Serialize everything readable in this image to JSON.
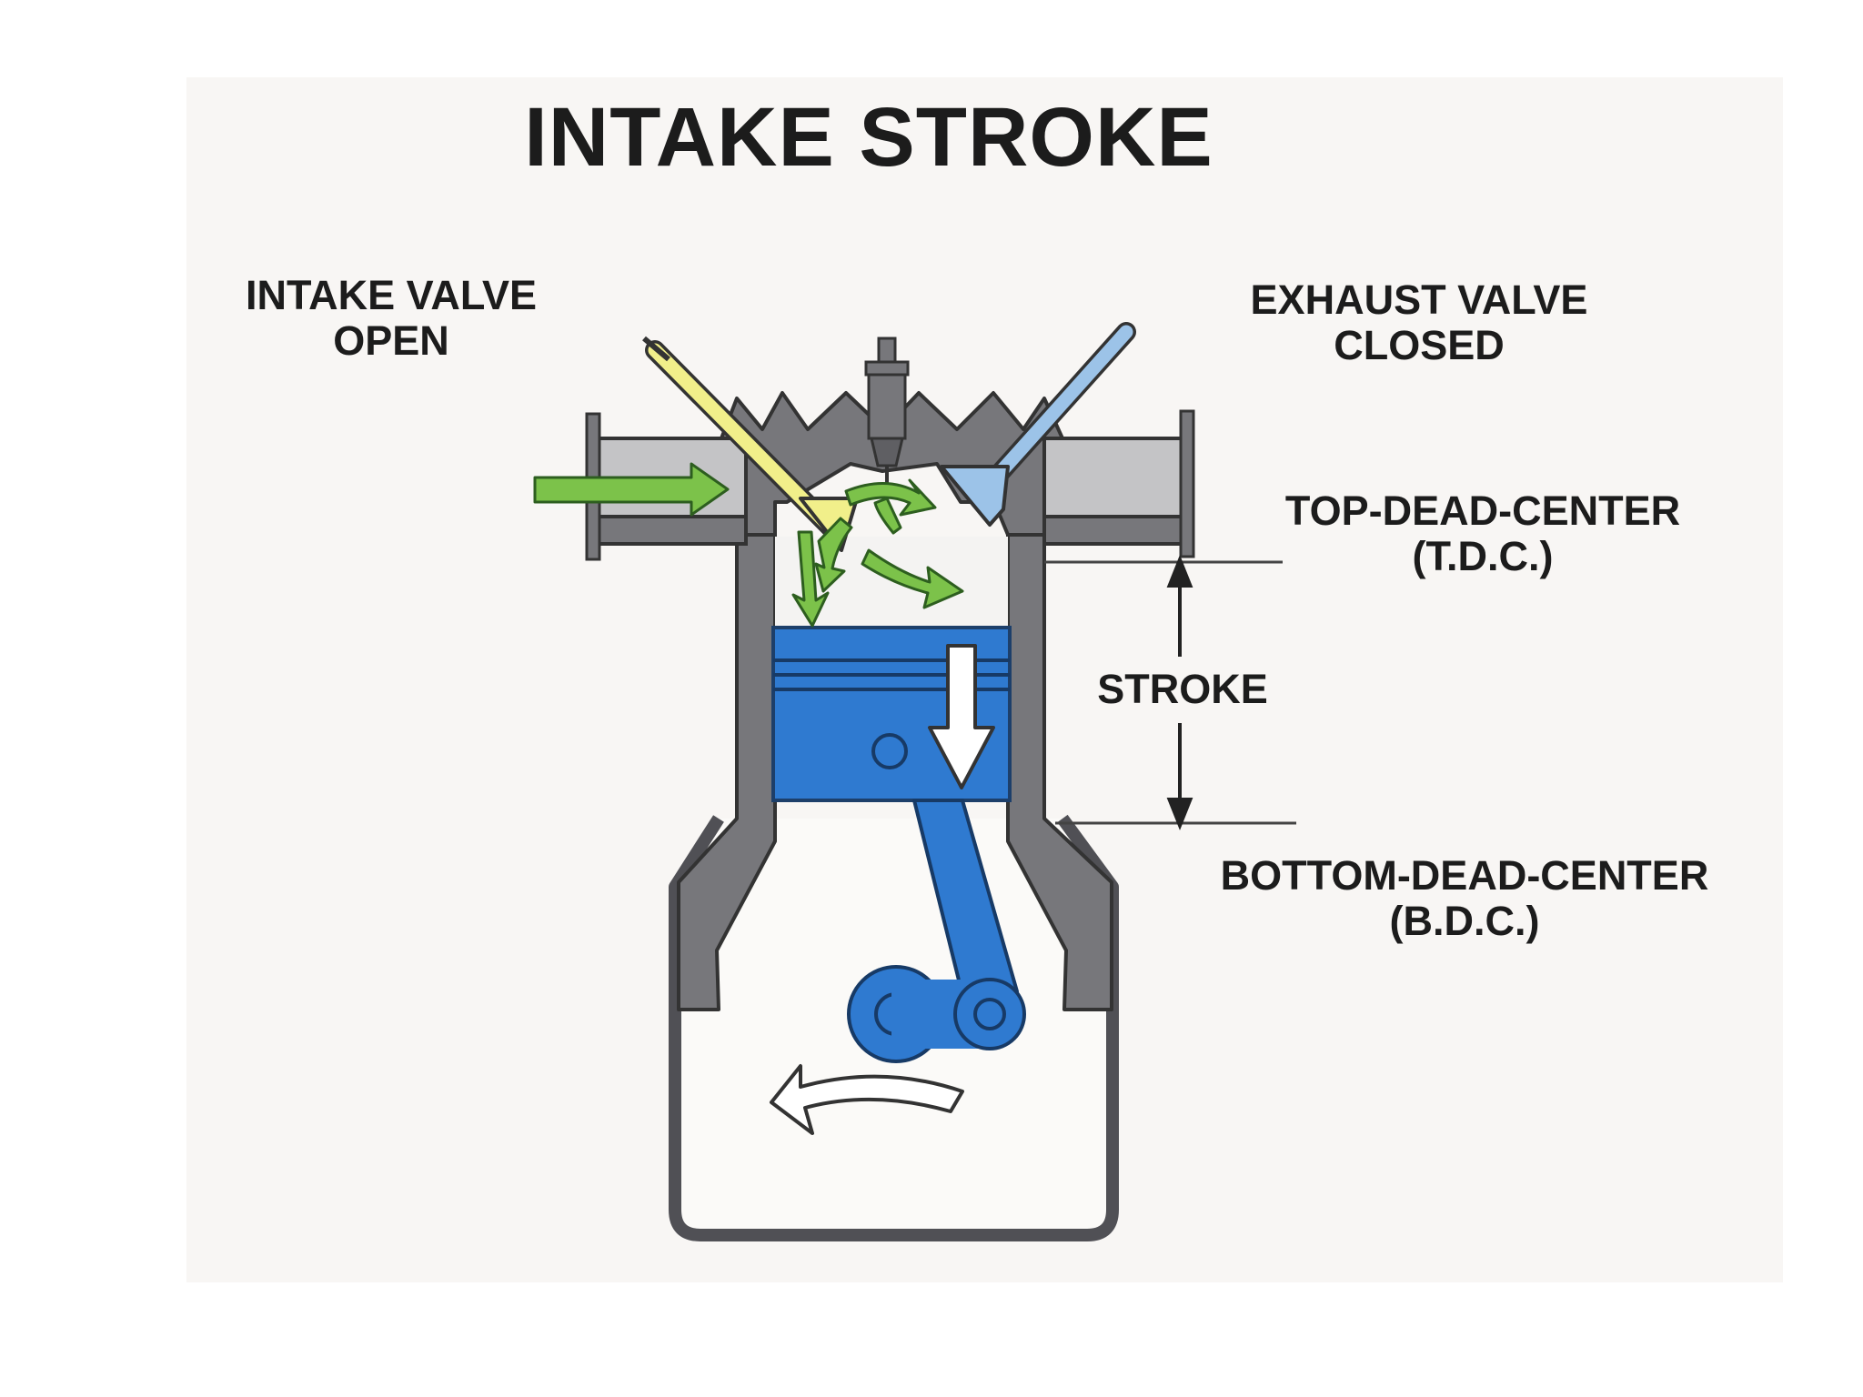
{
  "diagram": {
    "title": "INTAKE STROKE",
    "labels": {
      "intake_valve": {
        "line1": "INTAKE VALVE",
        "line2": "OPEN"
      },
      "exhaust_valve": {
        "line1": "EXHAUST VALVE",
        "line2": "CLOSED"
      },
      "tdc": {
        "line1": "TOP-DEAD-CENTER",
        "line2": "(T.D.C.)"
      },
      "stroke": "STROKE",
      "bdc": {
        "line1": "BOTTOM-DEAD-CENTER",
        "line2": "(B.D.C.)"
      }
    },
    "colors": {
      "engine_block": "#77777b",
      "piston": "#2f7ad0",
      "intake_valve": "#f1ef8a",
      "exhaust_valve": "#9cc3e8",
      "air_flow": "#7cc24a",
      "background": "#f8f6f4"
    }
  }
}
